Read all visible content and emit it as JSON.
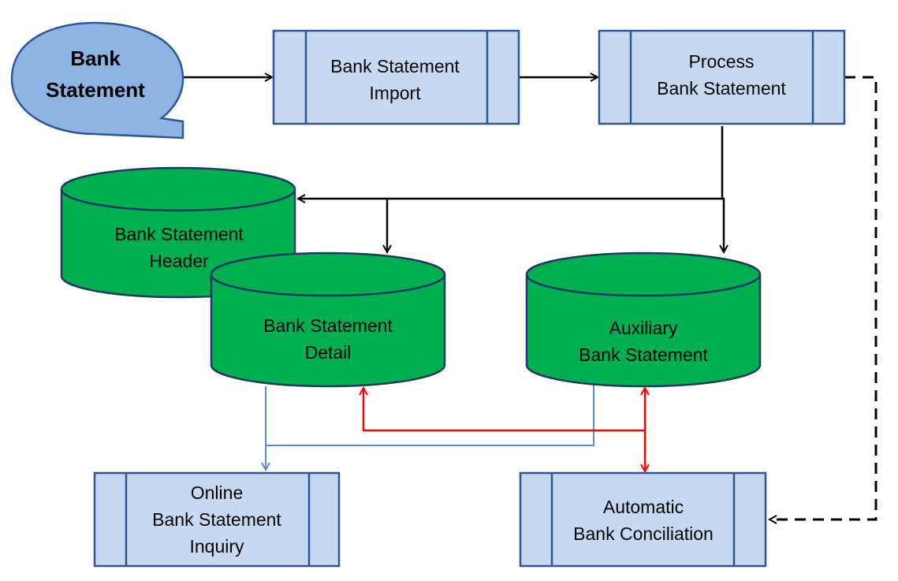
{
  "colors": {
    "process_fill": "#c6d9f1",
    "process_stroke": "#2f5597",
    "db_fill": "#00b050",
    "db_stroke": "#1f3864",
    "bubble_fill": "#8eb4e3",
    "bubble_stroke": "#2f5597",
    "flow_black": "#000000",
    "flow_red": "#ff0000",
    "flow_blue": "#5b8bd0"
  },
  "nodes": {
    "bank_statement": {
      "line1": "Bank",
      "line2": "Statement"
    },
    "import": {
      "line1": "Bank Statement",
      "line2": "Import"
    },
    "process": {
      "line1": "Process",
      "line2": "Bank Statement"
    },
    "header": {
      "line1": "Bank Statement",
      "line2": "Header"
    },
    "detail": {
      "line1": "Bank Statement",
      "line2": "Detail"
    },
    "auxiliary": {
      "line1": "Auxiliary",
      "line2": "Bank Statement"
    },
    "inquiry": {
      "line1": "Online",
      "line2": "Bank Statement",
      "line3": "Inquiry"
    },
    "conciliation": {
      "line1": "Automatic",
      "line2": "Bank Conciliation"
    }
  }
}
